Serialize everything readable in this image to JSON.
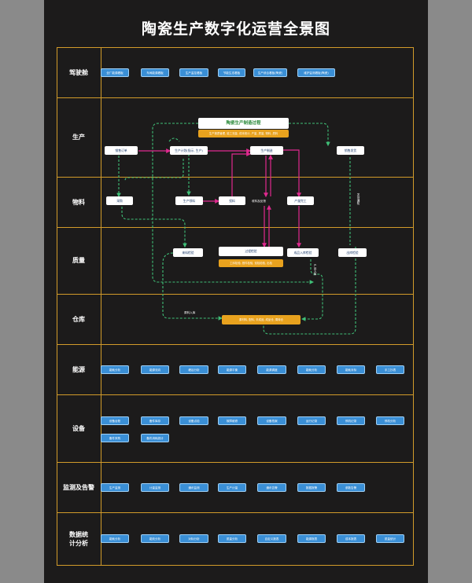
{
  "title": "陶瓷生产数字化运营全景图",
  "rows": [
    {
      "label": "驾驶舱"
    },
    {
      "label": "生产"
    },
    {
      "label": "物料"
    },
    {
      "label": "质量"
    },
    {
      "label": "仓库"
    },
    {
      "label": "能源"
    },
    {
      "label": "设备"
    },
    {
      "label": "监测及告警"
    },
    {
      "label": "数据统计分析"
    }
  ],
  "cockpit": [
    "全厂能源看板",
    "车间能源看板",
    "生产监控看板",
    "节能生态看板",
    "生产综合看板(陶瓷)",
    "维护监测看板(陶瓷)"
  ],
  "flow": {
    "title": "陶瓷生产制造过程",
    "process_detail": "生产报表管理, 能工流量, 成本统计, 产量, 质量, 物料, 质料",
    "production": {
      "order": "销售订单",
      "plan": "生产计划(指示, 生产)",
      "mfg": "生产制造",
      "ship": "销售发货"
    },
    "material": {
      "purchase": "采购",
      "issue": "生产领料",
      "feed": "投料",
      "feedback": "收料及反馈",
      "finished": "产量完工"
    },
    "quality": {
      "incoming": "来料检验",
      "process": "过程检验",
      "process_detail": "工序检验, 首件检验, 巡检检验, 出检",
      "finished": "成品入库检验",
      "outgoing": "出库检验"
    },
    "warehouse": {
      "ops": "原材料, 配料, 半成品, 成品仓, 周转仓"
    },
    "notes": {
      "inbound": "原料入库",
      "finished_inbound": "产品入库",
      "ship_notice": "发货通知"
    }
  },
  "energy": [
    "能耗分析",
    "能源流向",
    "峰谷分析",
    "能源平衡",
    "能源调度",
    "能耗分析",
    "能耗对标",
    "手工抄表"
  ],
  "equipment": [
    "设备台账",
    "备件库存",
    "设备点检",
    "故障维修",
    "设备档案",
    "运行记录",
    "停机记录",
    "停机分析",
    "备件采购",
    "备件消耗统计"
  ],
  "monitor": [
    "生产监测",
    "计量监测",
    "通讯监测",
    "生产计量",
    "通讯告警",
    "数据报警",
    "参数告警"
  ],
  "stats": [
    "能耗分析",
    "能效分析",
    "对标分析",
    "质量分析",
    "自定义报表",
    "能源报表",
    "成本报表",
    "质量统计"
  ]
}
